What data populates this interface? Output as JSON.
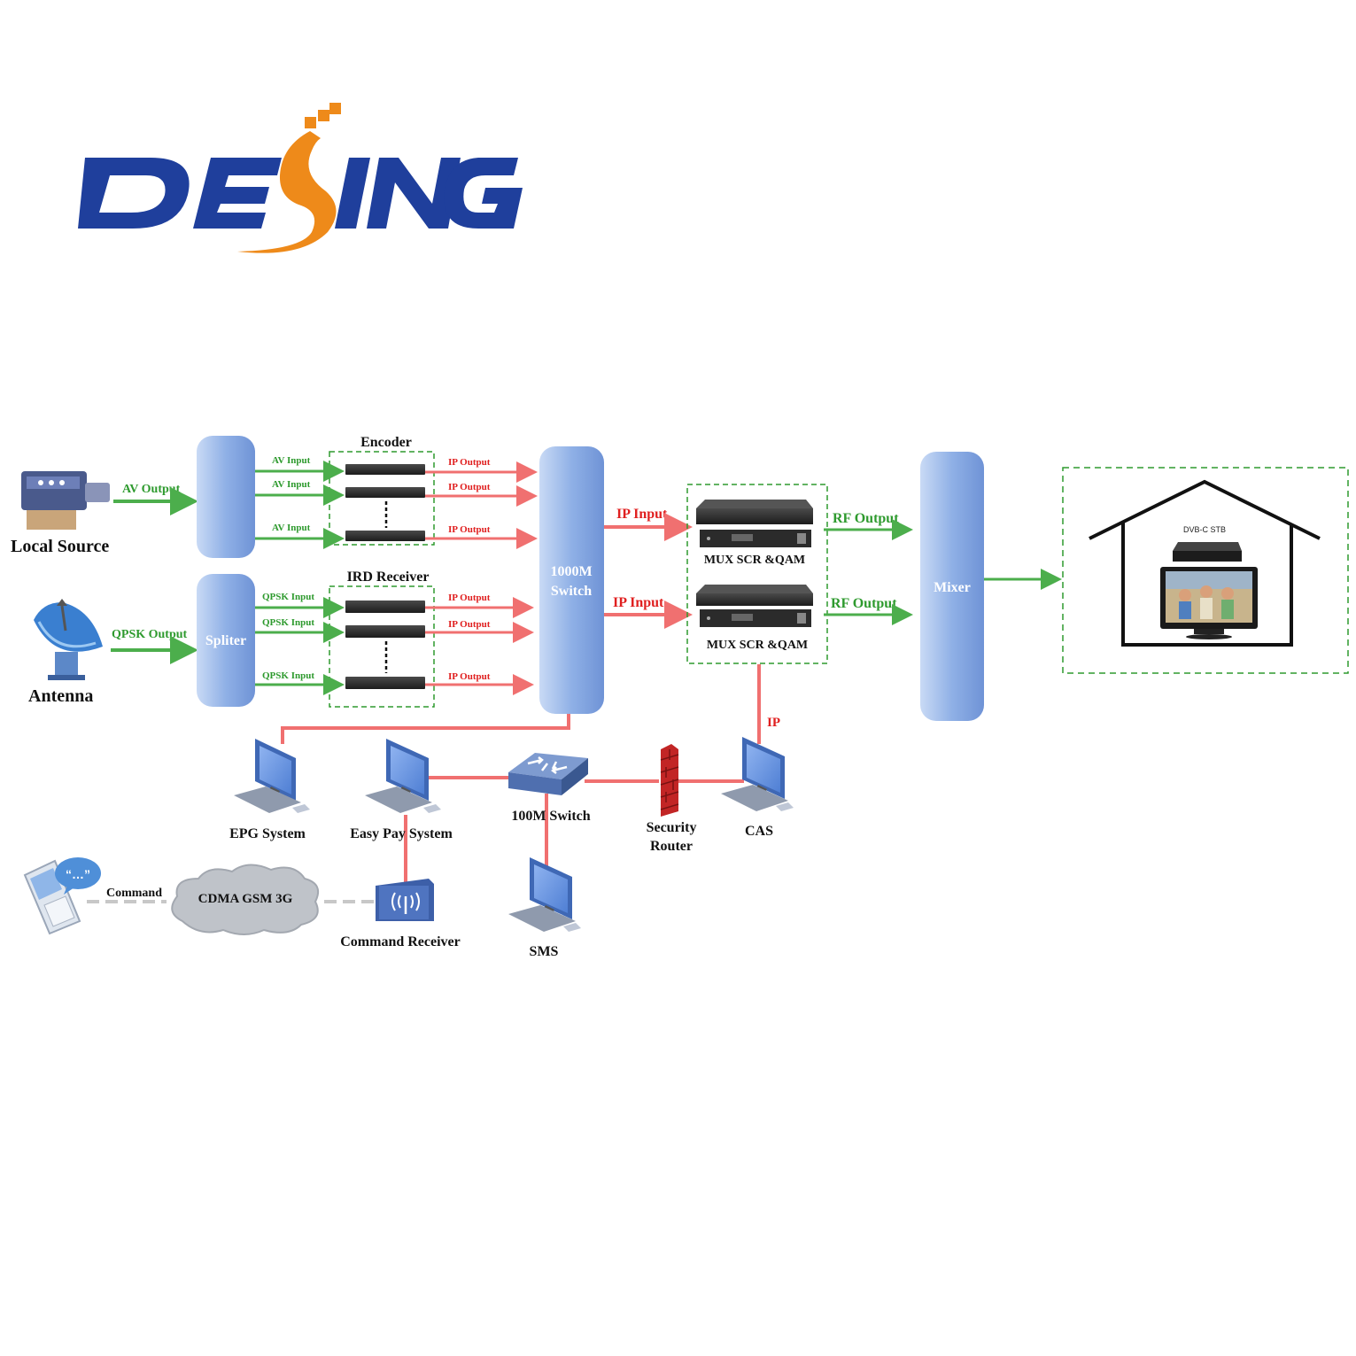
{
  "logo": {
    "text": "DESING",
    "colors": {
      "primary": "#1f3f9c",
      "accent": "#ee8a1a"
    }
  },
  "colors": {
    "green_link": "#4cae4c",
    "red_link": "#f07070",
    "dashed_box": "#2e9a2e",
    "pillar": "#7d9fd8"
  },
  "sources": {
    "local_source": "Local Source",
    "antenna": "Antenna",
    "av_output": "AV Output",
    "qpsk_output": "QPSK Output"
  },
  "splitters": {
    "top_label": "",
    "bottom_label": "Spliter"
  },
  "encoder": {
    "title": "Encoder",
    "inputs": [
      "AV Input",
      "AV Input",
      "AV Input"
    ],
    "outputs": [
      "IP Output",
      "IP Output",
      "IP Output"
    ]
  },
  "ird": {
    "title": "IRD Receiver",
    "inputs": [
      "QPSK Input",
      "QPSK Input",
      "QPSK Input"
    ],
    "outputs": [
      "IP Output",
      "IP Output",
      "IP Output"
    ]
  },
  "switch_1000m": {
    "line1": "1000M",
    "line2": "Switch"
  },
  "mux": {
    "ip_inputs": [
      "IP Input",
      "IP Input"
    ],
    "labels": [
      "MUX SCR &QAM",
      "MUX SCR &QAM"
    ],
    "rf_outputs": [
      "RF Output",
      "RF Output"
    ]
  },
  "mixer": {
    "label": "Mixer"
  },
  "home": {
    "stb_label": "DVB-C STB"
  },
  "network": {
    "epg": "EPG System",
    "easy_pay": "Easy Pay System",
    "switch_100m": "100M Switch",
    "security_router_line1": "Security",
    "security_router_line2": "Router",
    "cas": "CAS",
    "ip_label": "IP",
    "sms": "SMS",
    "command": "Command",
    "cloud": "CDMA GSM 3G",
    "command_receiver": "Command Receiver"
  },
  "icons": [
    "camera-icon",
    "satellite-dish-icon",
    "computer-icon",
    "network-switch-icon",
    "firewall-icon",
    "mobile-phone-icon",
    "cloud-icon",
    "receiver-icon",
    "house-icon",
    "tv-icon",
    "set-top-box-icon"
  ]
}
